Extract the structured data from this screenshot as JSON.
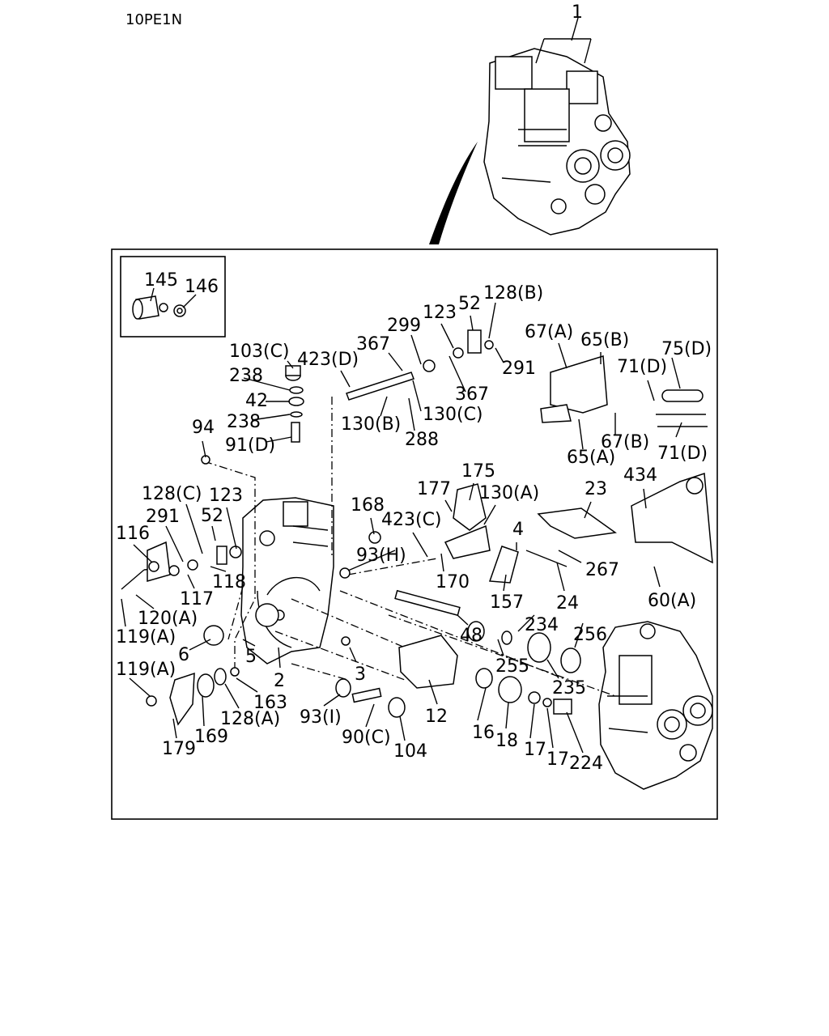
{
  "diagram": {
    "code": "10PE1N",
    "main_label": "1",
    "inset_labels": [
      "145",
      "146"
    ],
    "labels": {
      "l103c": "103(C)",
      "l423d": "423(D)",
      "l367a": "367",
      "l299": "299",
      "l123a": "123",
      "l52a": "52",
      "l128b": "128(B)",
      "l291a": "291",
      "l367b": "367",
      "l130c": "130(C)",
      "l130b": "130(B)",
      "l288": "288",
      "l238a": "238",
      "l42": "42",
      "l238b": "238",
      "l91d": "91(D)",
      "l94": "94",
      "l67a": "67(A)",
      "l65b": "65(B)",
      "l75d": "75(D)",
      "l71d_top": "71(D)",
      "l67b": "67(B)",
      "l65a": "65(A)",
      "l71d_bot": "71(D)",
      "l434": "434",
      "l23": "23",
      "l175": "175",
      "l177": "177",
      "l130a": "130(A)",
      "l168": "168",
      "l423c": "423(C)",
      "l93h": "93(H)",
      "l170": "170",
      "l4": "4",
      "l267": "267",
      "l157": "157",
      "l24": "24",
      "l60a": "60(A)",
      "l128c": "128(C)",
      "l123b": "123",
      "l52b": "52",
      "l291b": "291",
      "l116": "116",
      "l118": "118",
      "l117": "117",
      "l120a": "120(A)",
      "l119a_top": "119(A)",
      "l6": "6",
      "l5": "5",
      "l2": "2",
      "l3": "3",
      "l119a_bot": "119(A)",
      "l163": "163",
      "l128a": "128(A)",
      "l169": "169",
      "l179": "179",
      "l93i": "93(I)",
      "l90c": "90(C)",
      "l104": "104",
      "l12": "12",
      "l48": "48",
      "l255": "255",
      "l234": "234",
      "l256": "256",
      "l235": "235",
      "l16": "16",
      "l18": "18",
      "l17a": "17",
      "l17b": "17",
      "l224": "224"
    }
  }
}
